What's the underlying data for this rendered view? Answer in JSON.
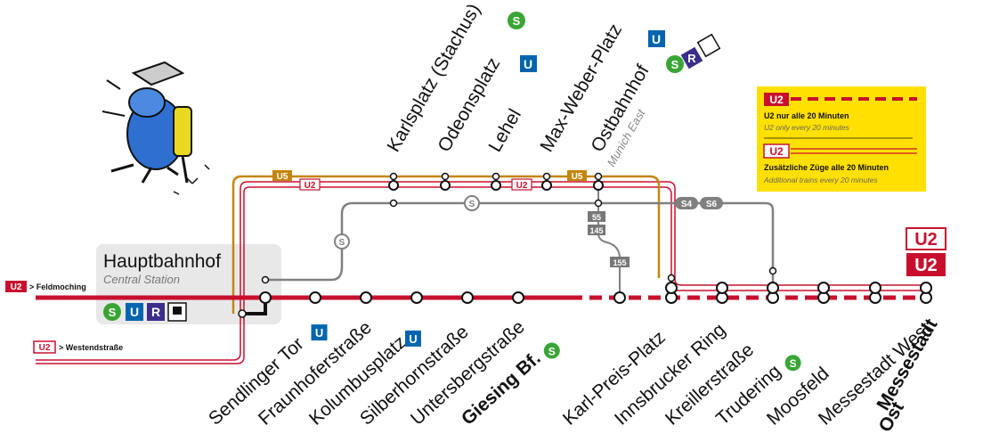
{
  "colors": {
    "u2": "#c8102e",
    "u5": "#c4860f",
    "sbahn": "#808080",
    "ubahn_blue": "#0065ae",
    "sbahn_green": "#3aa535",
    "regional_purple": "#3a2e8a",
    "legend_bg": "#ffe000"
  },
  "hub": {
    "title": "Hauptbahnhof",
    "subtitle": "Central Station",
    "icons": [
      "S",
      "U",
      "R",
      "train-icon"
    ]
  },
  "branches": {
    "feldmoching": {
      "badge": "U2",
      "text": "> Feldmoching"
    },
    "westend": {
      "badge": "U2",
      "text": "> Westendstraße"
    }
  },
  "top_stations": [
    {
      "name": "Karlsplatz (Stachus)",
      "icons": [
        "S"
      ]
    },
    {
      "name": "Odeonsplatz",
      "icons": [
        "U"
      ]
    },
    {
      "name": "Lehel",
      "icons": []
    },
    {
      "name": "Max-Weber-Platz",
      "icons": [
        "U"
      ]
    },
    {
      "name": "Ostbahnhof",
      "icons": [
        "S",
        "R",
        "train-icon"
      ],
      "subtitle": "Munich East"
    }
  ],
  "bottom_stations": [
    {
      "name": "Sendlinger Tor",
      "icons": [
        "U"
      ],
      "bold": false
    },
    {
      "name": "Fraunhoferstraße",
      "icons": [],
      "bold": false
    },
    {
      "name": "Kolumbusplatz",
      "icons": [
        "U"
      ],
      "bold": false
    },
    {
      "name": "Silberhornstraße",
      "icons": [],
      "bold": false
    },
    {
      "name": "Untersbergstraße",
      "icons": [],
      "bold": false
    },
    {
      "name": "Giesing Bf.",
      "icons": [
        "S"
      ],
      "bold": true
    },
    {
      "name": "Karl-Preis-Platz",
      "icons": [],
      "bold": false
    },
    {
      "name": "Innsbrucker Ring",
      "icons": [],
      "bold": false
    },
    {
      "name": "Kreillerstraße",
      "icons": [],
      "bold": false
    },
    {
      "name": "Trudering",
      "icons": [
        "S"
      ],
      "bold": false
    },
    {
      "name": "Moosfeld",
      "icons": [],
      "bold": false
    },
    {
      "name": "Messestadt West",
      "icons": [],
      "bold": false
    },
    {
      "name": "Messestadt Ost",
      "icons": [],
      "bold": true
    }
  ],
  "line_tags": {
    "u5_left": "U5",
    "u5_right": "U5",
    "u2_top_left": "U2",
    "u2_top_mid": "U2",
    "s_left": "S",
    "s_mid": "S",
    "s4": "S4",
    "s6": "S6"
  },
  "bus_tags": [
    "55",
    "145",
    "155"
  ],
  "legend": {
    "badge1": "U2",
    "line1_de": "U2 nur alle 20 Minuten",
    "line1_en": "U2 only every 20 minutes",
    "badge2": "U2",
    "line2_de": "Zusätzliche Züge alle 20 Minuten",
    "line2_en": "Additional trains every 20 minutes"
  },
  "right_badges": [
    "U2",
    "U2"
  ],
  "mascot": "ant-with-jackhammer"
}
